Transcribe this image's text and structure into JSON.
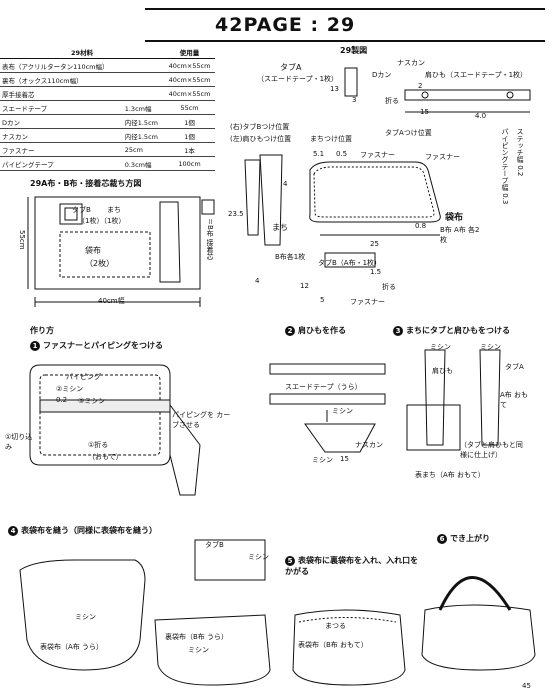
{
  "header": {
    "title": "42PAGE : 29"
  },
  "materials": {
    "title": "29材料",
    "col_usage": "使用量",
    "rows": [
      {
        "name": "表布（アクリルタータン110cm幅）",
        "spec": "",
        "amount": "40cm×55cm"
      },
      {
        "name": "裏布（オックス110cm幅）",
        "spec": "",
        "amount": "40cm×55cm"
      },
      {
        "name": "厚手接着芯",
        "spec": "",
        "amount": "40cm×55cm"
      },
      {
        "name": "スエードテープ",
        "spec": "1.3cm幅",
        "amount": "55cm"
      },
      {
        "name": "Dカン",
        "spec": "内径1.5cm",
        "amount": "1個"
      },
      {
        "name": "ナスカン",
        "spec": "内径1.5cm",
        "amount": "1個"
      },
      {
        "name": "ファスナー",
        "spec": "25cm",
        "amount": "1本"
      },
      {
        "name": "パイピングテープ",
        "spec": "0.3cm幅",
        "amount": "100cm"
      }
    ]
  },
  "cutting": {
    "title": "29A布・B布・接着芯裁ち方図",
    "tab_b": "タブB",
    "machi": "まち",
    "one_each": "（1枚）（1枚）",
    "fukuro": "袋布",
    "two": "（2枚）",
    "width": "40cm幅",
    "height": "55cm",
    "legend": "＝B布 接着芯"
  },
  "diagram": {
    "title": "29製図",
    "tab_a": "タブA",
    "tab_a_note": "（スエードテープ・1枚）",
    "d_kan": "Dカン",
    "nasukan": "ナスカン",
    "strap": "肩ひも（スエードテープ・1枚）",
    "fold": "折る",
    "n13": "13",
    "n2": "2",
    "n3": "3",
    "n15": "15",
    "n40": "4.0",
    "tab_b_pos": "(右)タブBつけ位置",
    "strap_pos": "(左)肩ひもつけ位置",
    "machi_pos": "まちつけ位置",
    "tab_a_pos": "タブAつけ位置",
    "zipper": "ファスナー",
    "stitch": "ステッチ幅 0.2",
    "piping": "パイピングテープ幅 0.3",
    "fukuro": "袋布",
    "fukuro_note": "B布 A布 各2枚",
    "machi": "まち",
    "machi_note": "B布各1枚",
    "n235": "23.5",
    "n25": "25",
    "n4": "4",
    "n51": "5.1",
    "n05": "0.5",
    "n4b": "4",
    "n08": "0.8",
    "tab_b": "タブB（A布・1枚）",
    "n12": "12",
    "n15b": "1.5",
    "n5": "5"
  },
  "method": {
    "title": "作り方",
    "steps": [
      {
        "no": "1",
        "label": "ファスナーとパイピングをつける"
      },
      {
        "no": "2",
        "label": "肩ひもを作る"
      },
      {
        "no": "3",
        "label": "まちにタブと肩ひもをつける"
      },
      {
        "no": "4",
        "label": "表袋布を縫う（同様に表袋布を縫う）"
      },
      {
        "no": "5",
        "label": "表袋布に裏袋布を入れ、入れ口をかがる"
      },
      {
        "no": "6",
        "label": "でき上がり"
      }
    ],
    "s1": {
      "piping": "パイピング",
      "m2": "②ミシン",
      "m3": "③ミシン",
      "fold": "①折る",
      "front": "（おもて）",
      "cut": "①切り込み",
      "note": "パイピングを カーブさせる",
      "n02": "0.2"
    },
    "s2": {
      "tape": "スエードテープ（うら）",
      "sew": "ミシン",
      "nasu": "ナスカン",
      "n15": "15"
    },
    "s3": {
      "sew": "ミシン",
      "strap": "肩ひも",
      "tab": "タブA",
      "front": "A布 おもて",
      "note": "（タブと肩ひもと同様に仕上げ）",
      "machi": "表まち（A布 おもて）"
    },
    "s4": {
      "tab": "タブB",
      "sew": "ミシン",
      "back": "表袋布（A布 うら）"
    },
    "s5": {
      "inner": "裏袋布（B布 うら）",
      "sew": "ミシン",
      "kagaru": "まつる",
      "outer": "表袋布（B布 おもて）"
    }
  },
  "page_number": "45"
}
